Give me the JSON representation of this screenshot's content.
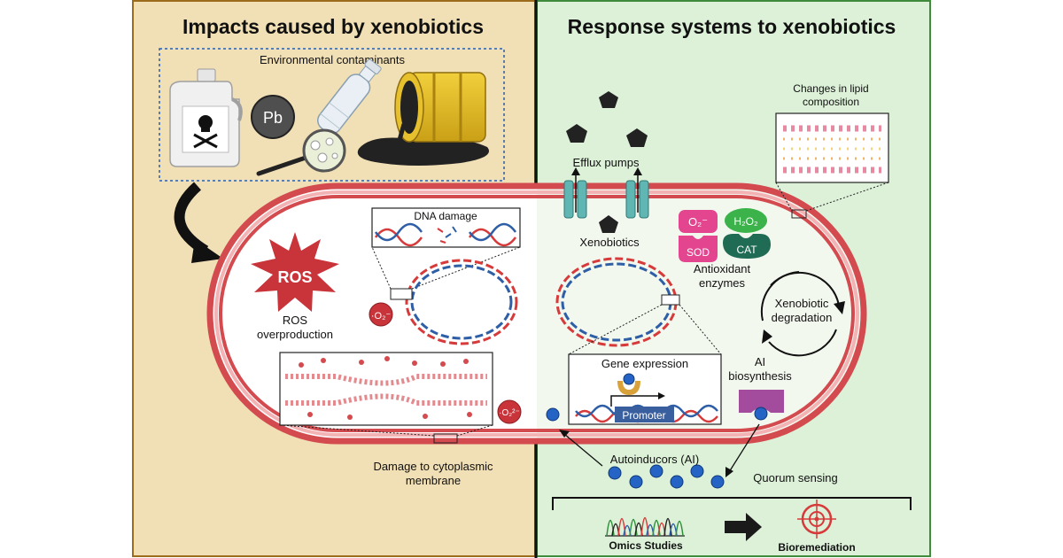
{
  "left_panel": {
    "title": "Impacts caused by xenobiotics",
    "contaminants_label": "Environmental contaminants",
    "pb_label": "Pb",
    "dna_damage_label": "DNA damage",
    "ros_badge": "ROS",
    "ros_line1": "ROS",
    "ros_line2": "overproduction",
    "membrane_line1": "Damage to cytoplasmic",
    "membrane_line2": "membrane"
  },
  "right_panel": {
    "title": "Response systems to xenobiotics",
    "efflux_label": "Efflux pumps",
    "xenobiotics_label": "Xenobiotics",
    "lipid_line1": "Changes in lipid",
    "lipid_line2": "composition",
    "sod_label": "SOD",
    "cat_label": "CAT",
    "antioxidant_line1": "Antioxidant",
    "antioxidant_line2": "enzymes",
    "degradation_line1": "Xenobiotic",
    "degradation_line2": "degradation",
    "ai_line1": "AI",
    "ai_line2": "biosynthesis",
    "gene_expression_label": "Gene expression",
    "promoter_label": "Promoter",
    "autoinducers_label": "Autoinducors (AI)",
    "quorum_label": "Quorum sensing",
    "omics_label": "Omics Studies",
    "bioremediation_label": "Bioremediation"
  },
  "colors": {
    "left_bg": "#f1dfb5",
    "right_bg": "#dcf1d8",
    "left_border": "#9c6b1c",
    "right_border": "#3f8a3b",
    "membrane": "#d34a4f",
    "dna_red": "#d63a3a",
    "dna_blue": "#2e5ea6"
  }
}
